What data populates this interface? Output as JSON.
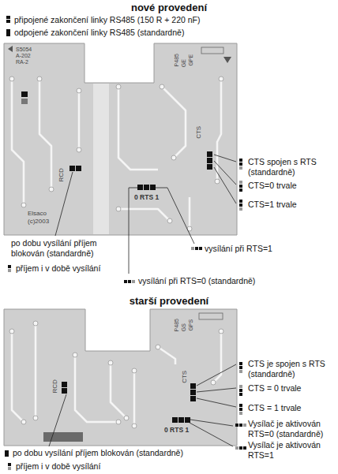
{
  "diagram": {
    "labels": [
      "nové provedení",
      "připojené zakončení linky RS485 (150 R + 220 nF)",
      "odpojené zakončení linky RS485 (standardně)",
      "S5054",
      "A-202",
      "RA-2",
      "P485",
      "GE",
      "GPE",
      "CTS",
      "RCD",
      "Elsaco",
      "(c)2003",
      "0 RTS 1",
      "CTS spojen s RTS (standardně)",
      "CTS=0 trvale",
      "CTS=1 trvale",
      "po dobu vysílání příjem blokován (standardně)",
      "vysílání při RTS=1",
      "příjem i v době vysílání",
      "vysílání při RTS=0 (standardně)",
      "starší provedení",
      "P485",
      "GS",
      "GPS",
      "CTS",
      "RCD",
      "0 RTS 1",
      "CTS je spojen s RTS (standardně)",
      "CTS = 0 trvale",
      "CTS = 1 trvale",
      "Vysílač je aktivován RTS=0 (standardně)",
      "Vysílač je aktivován RTS=1",
      "po dobu vysílání příjem blokován (standardně)",
      "příjem i v době vysílání"
    ]
  }
}
